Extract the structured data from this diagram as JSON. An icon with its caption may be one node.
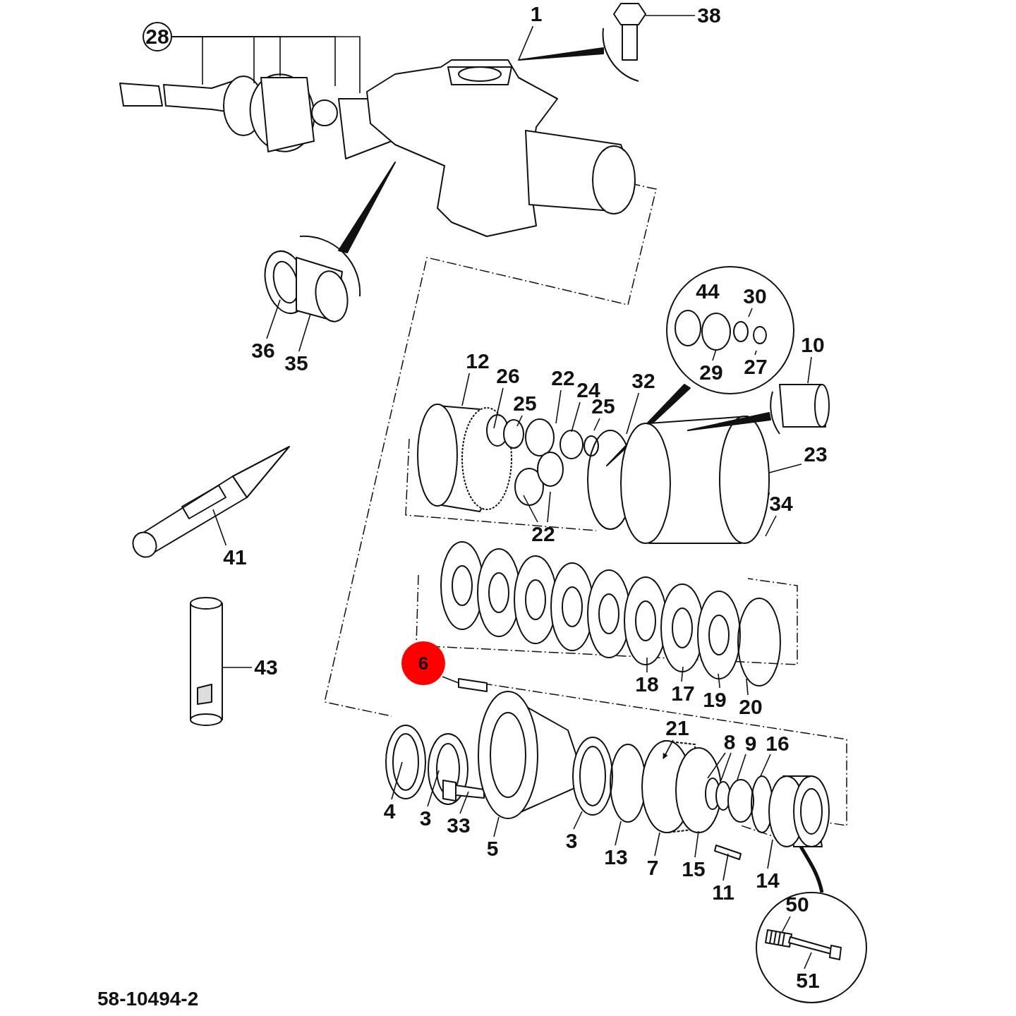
{
  "diagram": {
    "nodes": [
      {
        "text": [
          "1"
        ]
      },
      {
        "text": [
          "38"
        ]
      },
      {
        "text": [
          "28"
        ]
      },
      {
        "text": [
          "36"
        ]
      },
      {
        "text": [
          "35"
        ]
      },
      {
        "text": [
          "44"
        ]
      },
      {
        "text": [
          "30"
        ]
      },
      {
        "text": [
          "12"
        ]
      },
      {
        "text": [
          "26"
        ]
      },
      {
        "text": [
          "22"
        ]
      },
      {
        "text": [
          "24"
        ]
      },
      {
        "text": [
          "32"
        ]
      },
      {
        "text": [
          "25"
        ]
      },
      {
        "text": [
          "25"
        ]
      },
      {
        "text": [
          "29"
        ]
      },
      {
        "text": [
          "27"
        ]
      },
      {
        "text": [
          "10"
        ]
      },
      {
        "text": [
          "23"
        ]
      },
      {
        "text": [
          "34"
        ]
      },
      {
        "text": [
          "22"
        ]
      },
      {
        "text": [
          "41"
        ]
      },
      {
        "text": [
          "43"
        ]
      },
      {
        "text": [
          "6"
        ]
      },
      {
        "text": [
          "18"
        ]
      },
      {
        "text": [
          "17"
        ]
      },
      {
        "text": [
          "19"
        ]
      },
      {
        "text": [
          "20"
        ]
      },
      {
        "text": [
          "21"
        ]
      },
      {
        "text": [
          "8"
        ]
      },
      {
        "text": [
          "9"
        ]
      },
      {
        "text": [
          "16"
        ]
      },
      {
        "text": [
          "4"
        ]
      },
      {
        "text": [
          "3"
        ]
      },
      {
        "text": [
          "33"
        ]
      },
      {
        "text": [
          "5"
        ]
      },
      {
        "text": [
          "3"
        ]
      },
      {
        "text": [
          "13"
        ]
      },
      {
        "text": [
          "7"
        ]
      },
      {
        "text": [
          "15"
        ]
      },
      {
        "text": [
          "11"
        ]
      },
      {
        "text": [
          "14"
        ]
      },
      {
        "text": [
          "50"
        ]
      },
      {
        "text": [
          "51"
        ]
      }
    ],
    "edges": [
      {
        "from": 0,
        "to": null,
        "arrow": "none"
      },
      {
        "from": 1,
        "to": null,
        "arrow": "none"
      },
      {
        "from": 2,
        "to": null,
        "arrow": "none"
      },
      {
        "from": 2,
        "to": null,
        "arrow": "none"
      },
      {
        "from": 2,
        "to": null,
        "arrow": "none"
      },
      {
        "from": 2,
        "to": null,
        "arrow": "none"
      },
      {
        "from": 2,
        "to": null,
        "arrow": "none"
      },
      {
        "from": 3,
        "to": null,
        "arrow": "none"
      },
      {
        "from": 4,
        "to": null,
        "arrow": "none"
      },
      {
        "from": 6,
        "to": null,
        "arrow": "none"
      },
      {
        "from": 7,
        "to": null,
        "arrow": "none"
      },
      {
        "from": 8,
        "to": null,
        "arrow": "none"
      },
      {
        "from": 9,
        "to": null,
        "arrow": "none"
      },
      {
        "from": 10,
        "to": null,
        "arrow": "none"
      },
      {
        "from": 11,
        "to": null,
        "arrow": "none"
      },
      {
        "from": 12,
        "to": null,
        "arrow": "none"
      },
      {
        "from": 13,
        "to": null,
        "arrow": "none"
      },
      {
        "from": 14,
        "to": null,
        "arrow": "none"
      },
      {
        "from": 15,
        "to": null,
        "arrow": "none"
      },
      {
        "from": 16,
        "to": null,
        "arrow": "none"
      },
      {
        "from": 17,
        "to": null,
        "arrow": "none"
      },
      {
        "from": 18,
        "to": null,
        "arrow": "none"
      },
      {
        "from": 19,
        "to": null,
        "arrow": "none"
      },
      {
        "from": 19,
        "to": null,
        "arrow": "none"
      },
      {
        "from": 20,
        "to": null,
        "arrow": "none"
      },
      {
        "from": 21,
        "to": null,
        "arrow": "none"
      },
      {
        "from": 22,
        "to": null,
        "arrow": "none"
      },
      {
        "from": 23,
        "to": null,
        "arrow": "none"
      },
      {
        "from": 24,
        "to": null,
        "arrow": "none"
      },
      {
        "from": 25,
        "to": null,
        "arrow": "none"
      },
      {
        "from": 26,
        "to": null,
        "arrow": "none"
      },
      {
        "from": 27,
        "to": null,
        "arrow": "to"
      },
      {
        "from": 28,
        "to": null,
        "arrow": "none"
      },
      {
        "from": 28,
        "to": null,
        "arrow": "none"
      },
      {
        "from": 29,
        "to": null,
        "arrow": "none"
      },
      {
        "from": 30,
        "to": null,
        "arrow": "none"
      },
      {
        "from": 31,
        "to": null,
        "arrow": "none"
      },
      {
        "from": 32,
        "to": null,
        "arrow": "none"
      },
      {
        "from": 33,
        "to": null,
        "arrow": "none"
      },
      {
        "from": 34,
        "to": null,
        "arrow": "none"
      },
      {
        "from": 35,
        "to": null,
        "arrow": "none"
      },
      {
        "from": 36,
        "to": null,
        "arrow": "none"
      },
      {
        "from": 37,
        "to": null,
        "arrow": "none"
      },
      {
        "from": 38,
        "to": null,
        "arrow": "none"
      },
      {
        "from": 39,
        "to": null,
        "arrow": "none"
      },
      {
        "from": 40,
        "to": null,
        "arrow": "none"
      },
      {
        "from": 41,
        "to": null,
        "arrow": "none"
      },
      {
        "from": 42,
        "to": null,
        "arrow": "none"
      }
    ],
    "labels": [
      "58-10494-2"
    ]
  }
}
